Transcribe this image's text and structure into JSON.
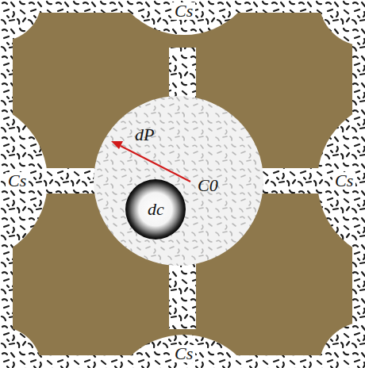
{
  "diagram": {
    "labels": [
      "Cs",
      "Cs",
      "Cs",
      "Cs",
      "dP",
      "C0",
      "dc"
    ]
  }
}
